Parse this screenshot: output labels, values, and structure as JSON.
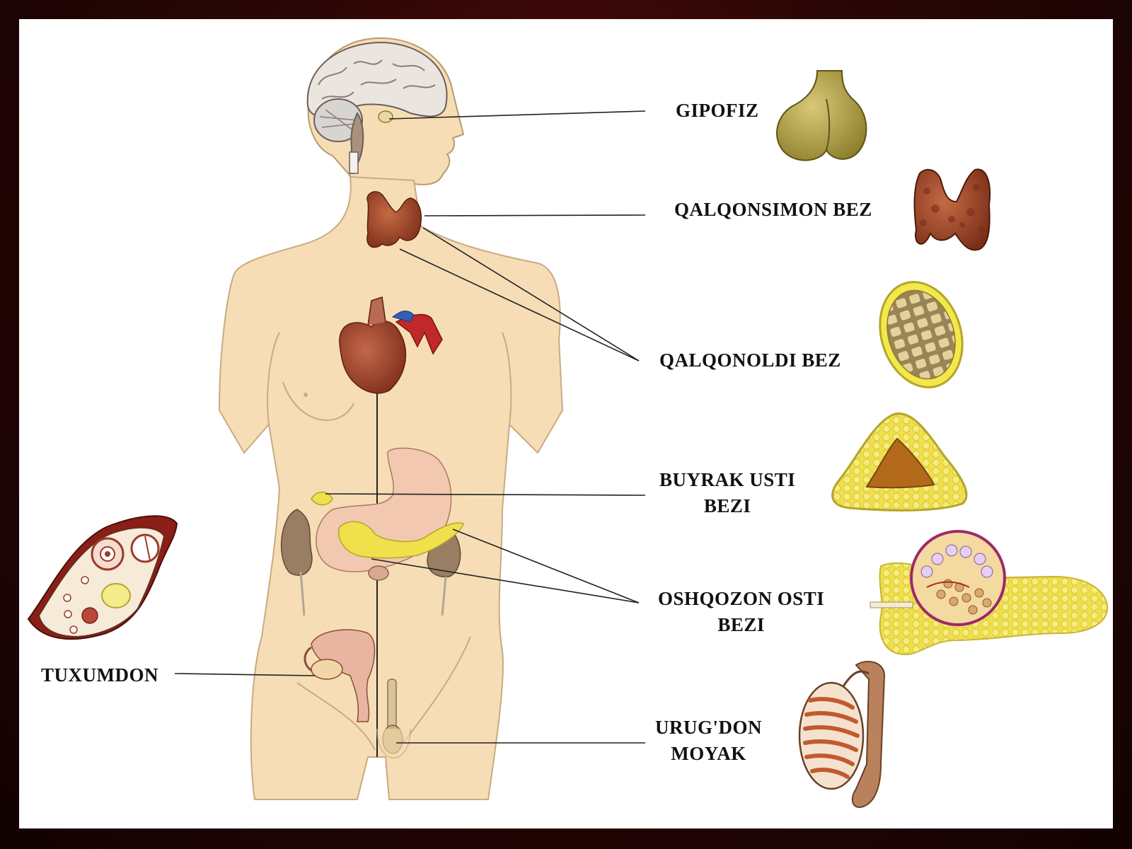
{
  "labels": {
    "gipofiz": "GIPOFIZ",
    "qalqonsimon": "QALQONSIMON BEZ",
    "qalqonoldi": "QALQONOLDI BEZ",
    "buyrak_line1": "BUYRAK USTI",
    "buyrak_line2": "BEZI",
    "oshqozon_line1": "OSHQOZON OSTI",
    "oshqozon_line2": "BEZI",
    "urugdon_line1": "URUG'DON",
    "urugdon_line2": "MOYAK",
    "tuxumdon": "TUXUMDON"
  },
  "colors": {
    "background": "#2a0606",
    "skin": "#f6ddb5",
    "skin_outline": "#c9ab82",
    "thyroid": "#9c4a2c",
    "gland_yellow": "#f2e84a",
    "pituitary": "#b7a64a",
    "heart": "#a8452d",
    "kidney": "#9a7e63"
  }
}
